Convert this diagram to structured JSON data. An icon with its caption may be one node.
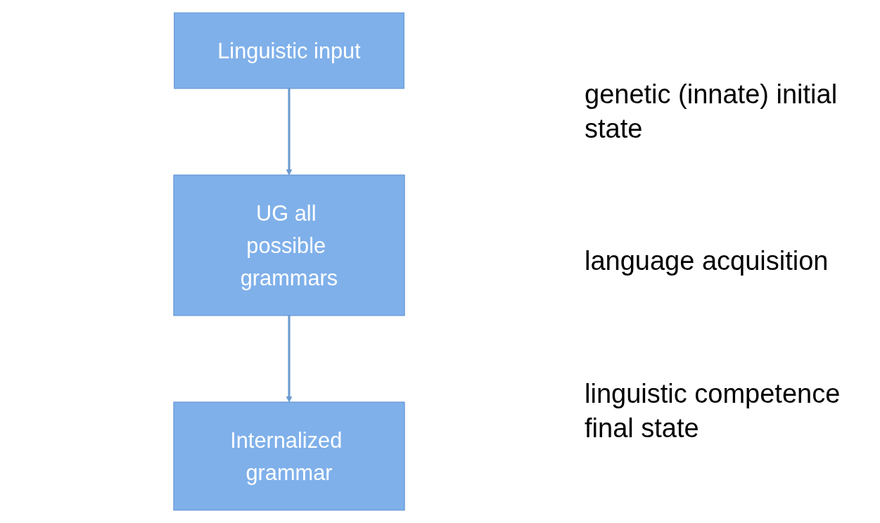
{
  "diagram": {
    "nodes": [
      {
        "text": [
          "UG all possible grammars"
        ]
      },
      {
        "text": [
          "Linguistic input"
        ]
      },
      {
        "text": [
          "Internalized grammar"
        ]
      }
    ],
    "edges": [
      {
        "from": 1,
        "to": 0,
        "arrow": "to"
      },
      {
        "from": 0,
        "to": 2,
        "arrow": "to"
      }
    ],
    "labels": [
      "genetic (innate) initial state",
      "language acquisition",
      "linguistic competence final state"
    ]
  }
}
